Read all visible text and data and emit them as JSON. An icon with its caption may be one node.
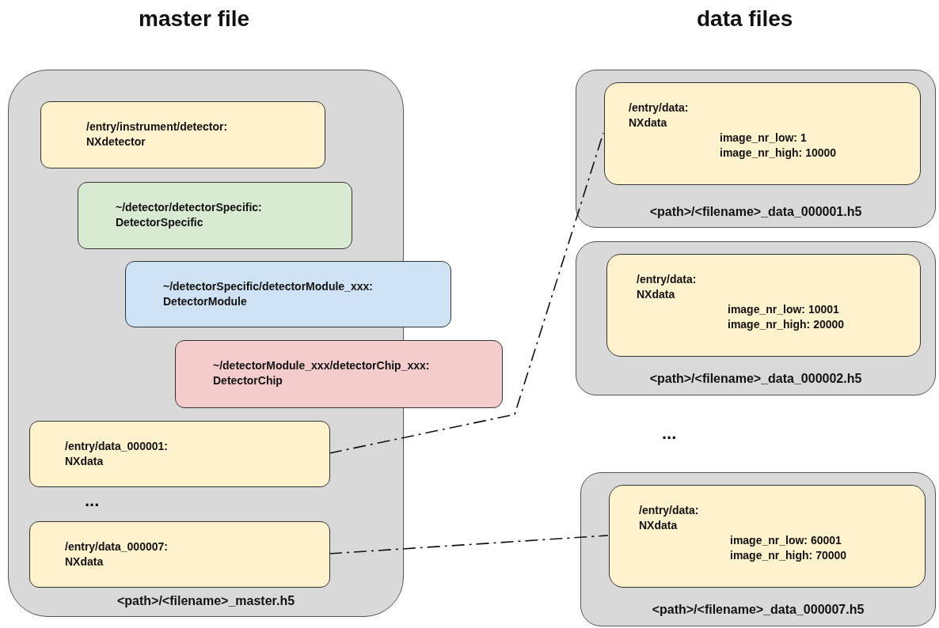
{
  "diagram": {
    "nodes": [
      {
        "text": [
          "<path>/<filename>_master.h5"
        ]
      },
      {
        "text": [
          "/entry/instrument/detector: NXdetector"
        ],
        "in": 0
      },
      {
        "text": [
          "~/detector/detectorSpecific: DetectorSpecific"
        ],
        "in": 0
      },
      {
        "text": [
          "~/detectorSpecific/detectorModule_xxx: DetectorModule"
        ]
      },
      {
        "text": [
          "~/detectorModule_xxx/detectorChip_xxx: DetectorChip"
        ]
      },
      {
        "text": [
          "/entry/data_000001: NXdata"
        ],
        "in": 0
      },
      {
        "text": [
          "/entry/data_000007: NXdata"
        ],
        "in": 0
      },
      {
        "text": [
          "<path>/<filename>_data_000001.h5"
        ]
      },
      {
        "text": [
          "/entry/data: NXdata",
          "image_nr_low: 1 image_nr_high: 10000"
        ],
        "in": 7
      },
      {
        "text": [
          "<path>/<filename>_data_000002.h5"
        ]
      },
      {
        "text": [
          "/entry/data: NXdata",
          "image_nr_low: 10001 image_nr_high: 20000"
        ],
        "in": 9
      },
      {
        "text": [
          "<path>/<filename>_data_000007.h5"
        ]
      },
      {
        "text": [
          "/entry/data: NXdata",
          "image_nr_low: 60001 image_nr_high: 70000"
        ],
        "in": 11
      }
    ],
    "edges": [
      {
        "from": 5,
        "to": 8,
        "arrow": "none",
        "style": "dashed"
      },
      {
        "from": 6,
        "to": 12,
        "arrow": "none",
        "style": "dashed"
      }
    ],
    "labels": [
      "master file",
      "data files",
      "...",
      "..."
    ]
  }
}
